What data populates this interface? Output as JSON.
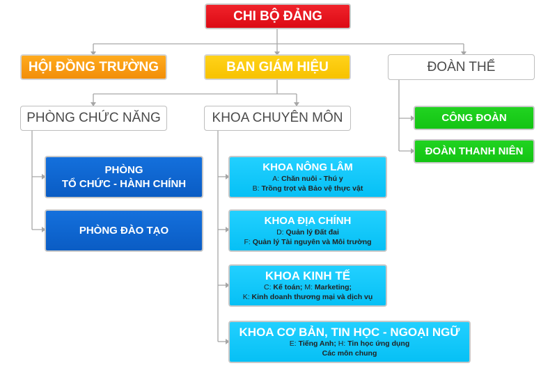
{
  "top": {
    "label": "CHI BỘ ĐẢNG"
  },
  "level1": {
    "hoi_dong": "HỘI ĐỒNG TRƯỜNG",
    "ban_giam_hieu": "BAN GIÁM HIỆU",
    "doan_the": "ĐOÀN THỂ"
  },
  "doan_the_children": {
    "cong_doan": "CÔNG ĐOÀN",
    "doan_thanh_nien": "ĐOÀN THANH NIÊN"
  },
  "level2": {
    "phong_chuc_nang": "PHÒNG CHỨC NĂNG",
    "khoa_chuyen_mon": "KHOA CHUYÊN MÔN"
  },
  "phong": {
    "to_chuc_line1": "PHÒNG",
    "to_chuc_line2": "TỔ CHỨC - HÀNH CHÍNH",
    "dao_tao": "PHÒNG ĐÀO TẠO"
  },
  "khoa": {
    "nong_lam": {
      "title": "KHOA NÔNG LÂM",
      "l1_prefix": "A: ",
      "l1_text": "Chăn nuôi - Thú y",
      "l2_prefix": "B: ",
      "l2_text": "Trồng trọt và Bảo vệ thực vật"
    },
    "dia_chinh": {
      "title": "KHOA ĐỊA CHÍNH",
      "l1_prefix": "D: ",
      "l1_text": "Quản lý Đất đai",
      "l2_prefix": "F: ",
      "l2_text": "Quản lý Tài nguyên và Môi trường"
    },
    "kinh_te": {
      "title": "KHOA KINH TẾ",
      "l1_prefix": "C: ",
      "l1_text": "Kế toán;",
      "l1_prefix2": " M: ",
      "l1_text2": "Marketing;",
      "l2_prefix": "K: ",
      "l2_text": "Kinh doanh thương mại và dịch vụ"
    },
    "co_ban": {
      "title": "KHOA CƠ BẢN, TIN HỌC - NGOẠI NGỮ",
      "l1_prefix": "E: ",
      "l1_text": "Tiếng Anh;",
      "l1_prefix2": " H: ",
      "l1_text2": "Tin học ứng dụng",
      "l2_text": "Các môn chung"
    }
  },
  "colors": {
    "red": "#e8141c",
    "orange": "#f7a01a",
    "yellow": "#fcc800",
    "green": "#1ccc1c",
    "navy": "#0f66d0",
    "cyan": "#0ec8fb",
    "line": "#a6a6a6"
  }
}
